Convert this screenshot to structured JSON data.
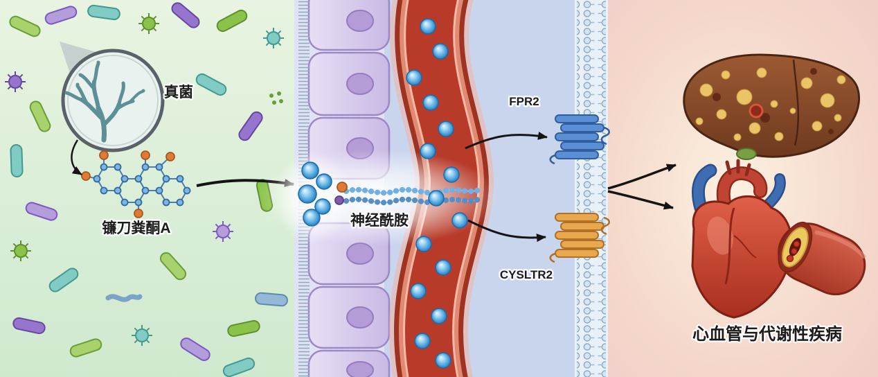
{
  "diagram": {
    "labels": {
      "fungus": "真菌",
      "compound": "镰刀粪酮A",
      "ceramide": "神经酰胺",
      "receptor_top": "FPR2",
      "receptor_bottom": "CYSLTR2",
      "disease": "心血管与代谢性疾病"
    },
    "colors": {
      "microbiota_background": "#dff0d8",
      "epithelium_cell": "#d9cdee",
      "vessel_wall": "#b23a28",
      "ceramide_sphere": "#4ba3dc",
      "fpr2_receptor": "#5b8fd4",
      "cysltr2_receptor": "#e8a94e",
      "cell_interior_background": "#f6ddd2"
    }
  }
}
